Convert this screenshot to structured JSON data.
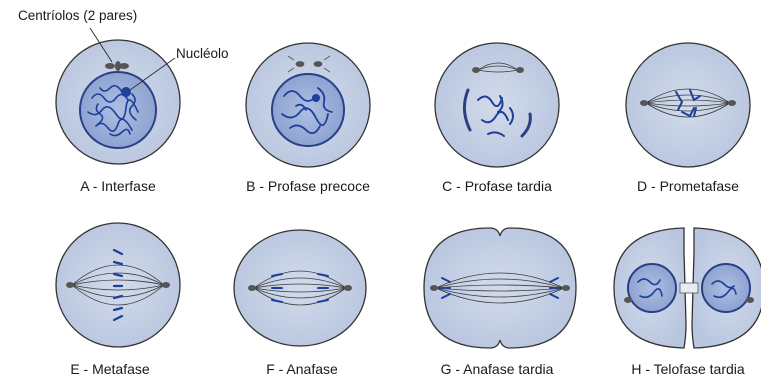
{
  "annotations": {
    "centrioles": "Centríolos (2 pares)",
    "nucleolus": "Nucléolo"
  },
  "stages": [
    {
      "id": "a",
      "label": "A - Interfase"
    },
    {
      "id": "b",
      "label": "B - Profase precoce"
    },
    {
      "id": "c",
      "label": "C - Profase tardia"
    },
    {
      "id": "d",
      "label": "D - Prometafase"
    },
    {
      "id": "e",
      "label": "E - Metafase"
    },
    {
      "id": "f",
      "label": "F - Anafase"
    },
    {
      "id": "g",
      "label": "G - Anafase tardia"
    },
    {
      "id": "h",
      "label": "H - Telofase tardia"
    }
  ],
  "colors": {
    "cell_fill": "#c7d2e6",
    "cell_stroke": "#333333",
    "nucleus_fill": "#9fb1d8",
    "chromatin": "#1e3f9a",
    "spindle": "#3a3a3a"
  }
}
